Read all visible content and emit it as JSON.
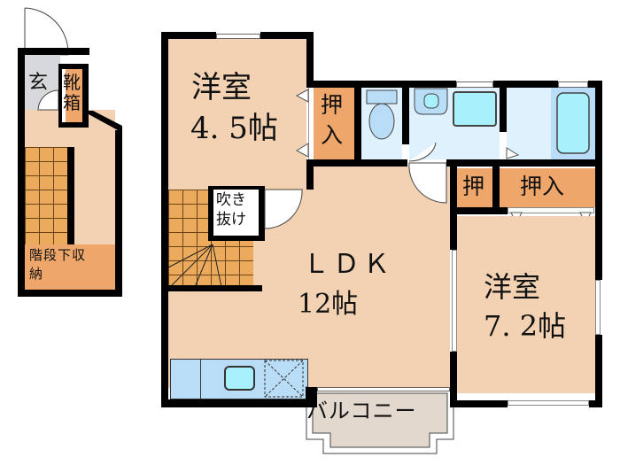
{
  "floor_plan": {
    "type": "apartment-floor-plan",
    "floors": [
      {
        "name": "lower-entry-level",
        "rooms": [
          {
            "id": "genkan",
            "label": "玄",
            "meaning": "entrance"
          },
          {
            "id": "shoe-cabinet",
            "label": "靴箱",
            "label_lines": [
              "靴",
              "箱"
            ],
            "meaning": "shoe cabinet"
          },
          {
            "id": "understair-storage",
            "label_lines": [
              "階段下収",
              "納"
            ],
            "meaning": "under-stairs storage"
          }
        ]
      },
      {
        "name": "upper-level",
        "rooms": [
          {
            "id": "western-room-1",
            "label_lines": [
              "洋室",
              "4. 5帖"
            ],
            "type": "洋室",
            "size_jo": 4.5
          },
          {
            "id": "closet-1",
            "label_lines": [
              "押",
              "入"
            ],
            "meaning": "closet"
          },
          {
            "id": "toilet",
            "meaning": "toilet"
          },
          {
            "id": "washroom",
            "meaning": "washroom with sink and washer"
          },
          {
            "id": "bathroom",
            "meaning": "bathroom with tub"
          },
          {
            "id": "stairwell-void",
            "label_lines": [
              "吹き",
              "抜け"
            ],
            "meaning": "open void"
          },
          {
            "id": "ldk",
            "label_lines": [
              "ＬＤＫ",
              "12帖"
            ],
            "type": "LDK",
            "size_jo": 12
          },
          {
            "id": "closet-2",
            "label": "押",
            "meaning": "small closet"
          },
          {
            "id": "closet-3",
            "label": "押入",
            "meaning": "closet"
          },
          {
            "id": "western-room-2",
            "label_lines": [
              "洋室",
              "7. 2帖"
            ],
            "type": "洋室",
            "size_jo": 7.2
          },
          {
            "id": "kitchen",
            "meaning": "kitchen counter with sink"
          },
          {
            "id": "balcony",
            "label": "バルコニー",
            "meaning": "balcony"
          }
        ]
      }
    ],
    "colors": {
      "room": "#f3d2b3",
      "closet": "#efa66a",
      "wet_area": "#def1fd",
      "fixture": "#b9dcf7",
      "fixture_water": "#a8f0fb",
      "wall": "#000000",
      "balcony": "#e2d8cd",
      "entry_floor": "#d6d8db",
      "stairs": "#ebaa5c"
    }
  }
}
